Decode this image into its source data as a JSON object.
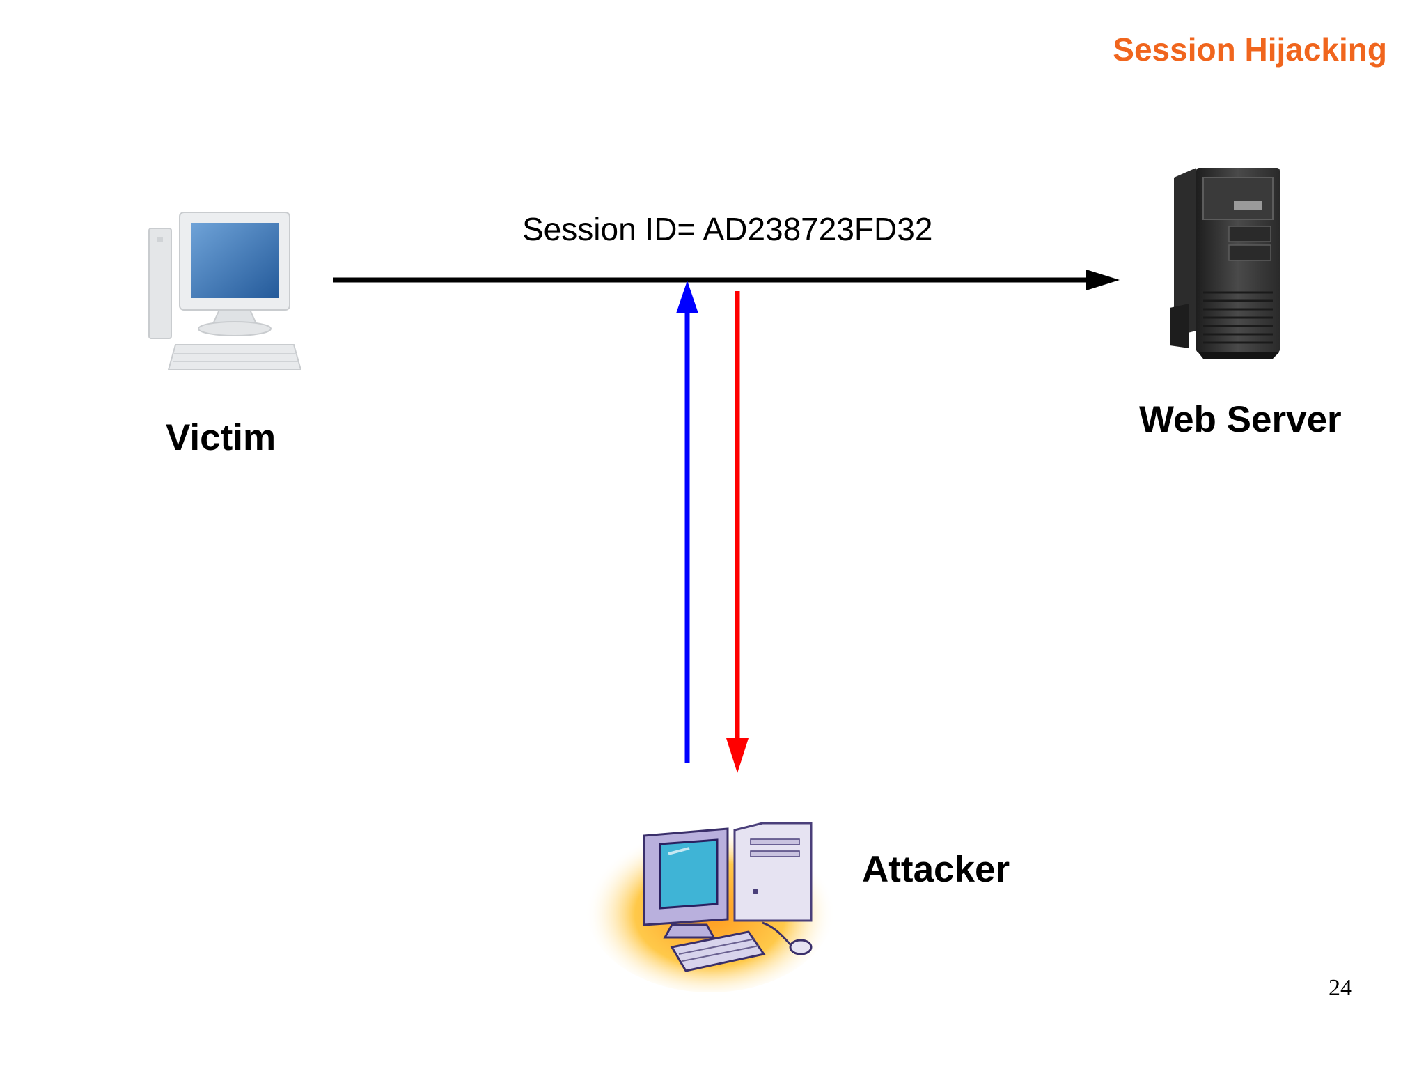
{
  "slide": {
    "title": "Session Hijacking",
    "page_number": "24"
  },
  "diagram": {
    "session_label": "Session ID= AD238723FD32",
    "nodes": {
      "victim": {
        "label": "Victim",
        "icon": "desktop-computer-icon"
      },
      "web_server": {
        "label": "Web Server",
        "icon": "tower-server-icon"
      },
      "attacker": {
        "label": "Attacker",
        "icon": "clipart-computer-icon"
      }
    },
    "colors": {
      "title": "#f0651d",
      "session_arrow": "#000000",
      "attacker_up_arrow": "#0000ff",
      "attacker_down_arrow": "#ff0000"
    }
  }
}
